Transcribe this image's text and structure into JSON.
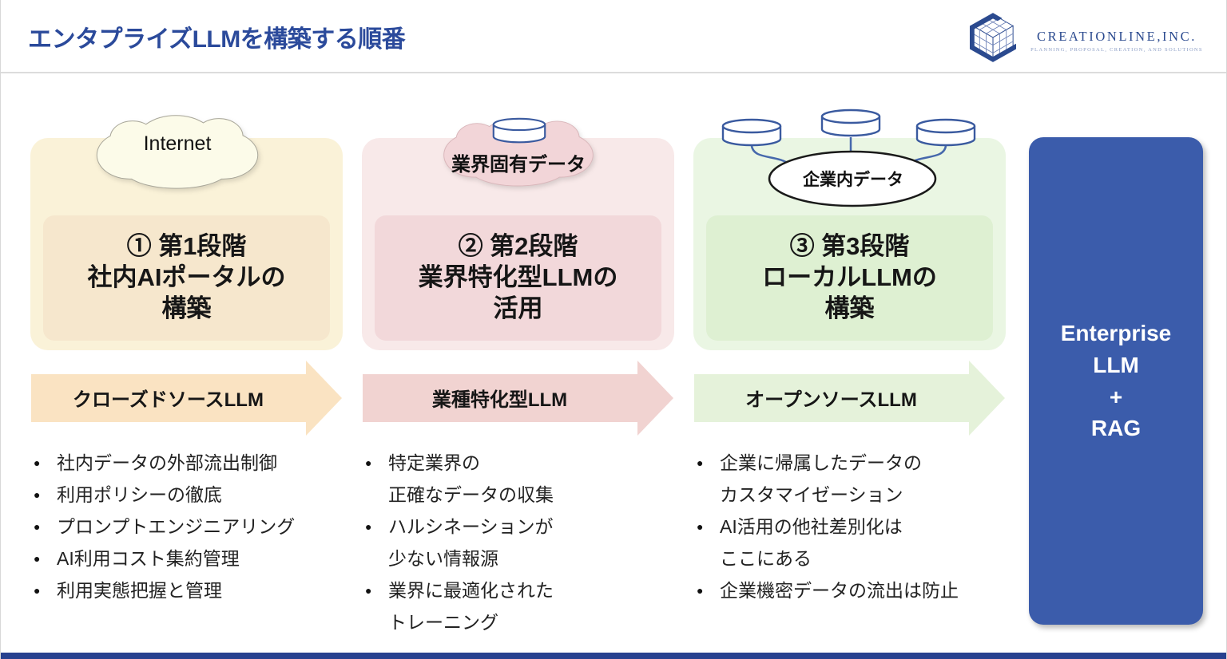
{
  "header": {
    "title": "エンタプライズLLMを構築する順番"
  },
  "logo": {
    "company": "CREATIONLINE,INC.",
    "tagline": "PLANNING, PROPOSAL, CREATION, AND SOLUTIONS"
  },
  "columns": [
    {
      "cloud_label": "Internet",
      "stage_title": "① 第1段階\n社内AIポータルの\n構築",
      "arrow_label": "クローズドソースLLM",
      "bullets": [
        [
          "社内データの外部流出制御"
        ],
        [
          "利用ポリシーの徹底"
        ],
        [
          "プロンプトエンジニアリング"
        ],
        [
          "AI利用コスト集約管理"
        ],
        [
          "利用実態把握と管理"
        ]
      ]
    },
    {
      "cloud_label": "業界固有データ",
      "stage_title": "② 第2段階\n業界特化型LLMの\n活用",
      "arrow_label": "業種特化型LLM",
      "bullets": [
        [
          "特定業界の",
          "正確なデータの収集"
        ],
        [
          "ハルシネーションが",
          "少ない情報源"
        ],
        [
          "業界に最適化された",
          "トレーニング"
        ]
      ]
    },
    {
      "cloud_label": "企業内データ",
      "stage_title": "③ 第3段階\nローカルLLMの\n構築",
      "arrow_label": "オープンソースLLM",
      "bullets": [
        [
          "企業に帰属したデータの",
          "カスタマイゼーション"
        ],
        [
          "AI活用の他社差別化は",
          "ここにある"
        ],
        [
          "企業機密データの流出は防止"
        ]
      ]
    }
  ],
  "result_panel": {
    "label": "Enterprise\nLLM\n+\nRAG"
  },
  "palette": {
    "title_blue": "#2b4a9b",
    "logo_blue": "#2b4a8f",
    "panel_blue": "#3b5cab",
    "bottom_bar_blue": "#27418f",
    "stage1_fill": "#faf2d8",
    "stage1_inner": "#f6e7cd",
    "stage1_arrow": "#fae3c2",
    "stage1_cloud": "#fcfbe9",
    "stage2_fill": "#f8e9e9",
    "stage2_inner": "#f2d8da",
    "stage2_arrow": "#f1d3d1",
    "stage2_cloud": "#f2d5d8",
    "stage3_fill": "#eaf6e3",
    "stage3_inner": "#def0d2",
    "stage3_arrow": "#e5f2da",
    "database_outline_blue": "#3a5a9f"
  }
}
